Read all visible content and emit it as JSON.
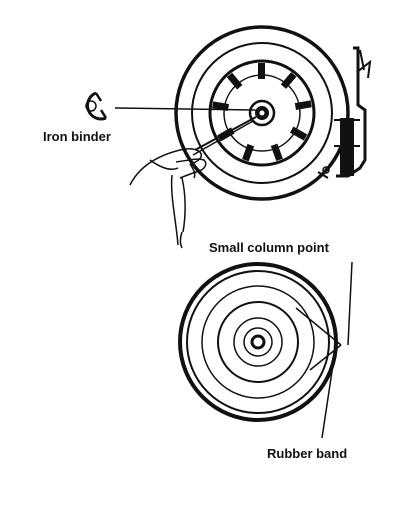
{
  "labels": {
    "iron_binder": "Iron binder",
    "small_column_point": "Small column point",
    "rubber_band": "Rubber band"
  },
  "colors": {
    "ink": "#111111",
    "paper": "#ffffff"
  }
}
